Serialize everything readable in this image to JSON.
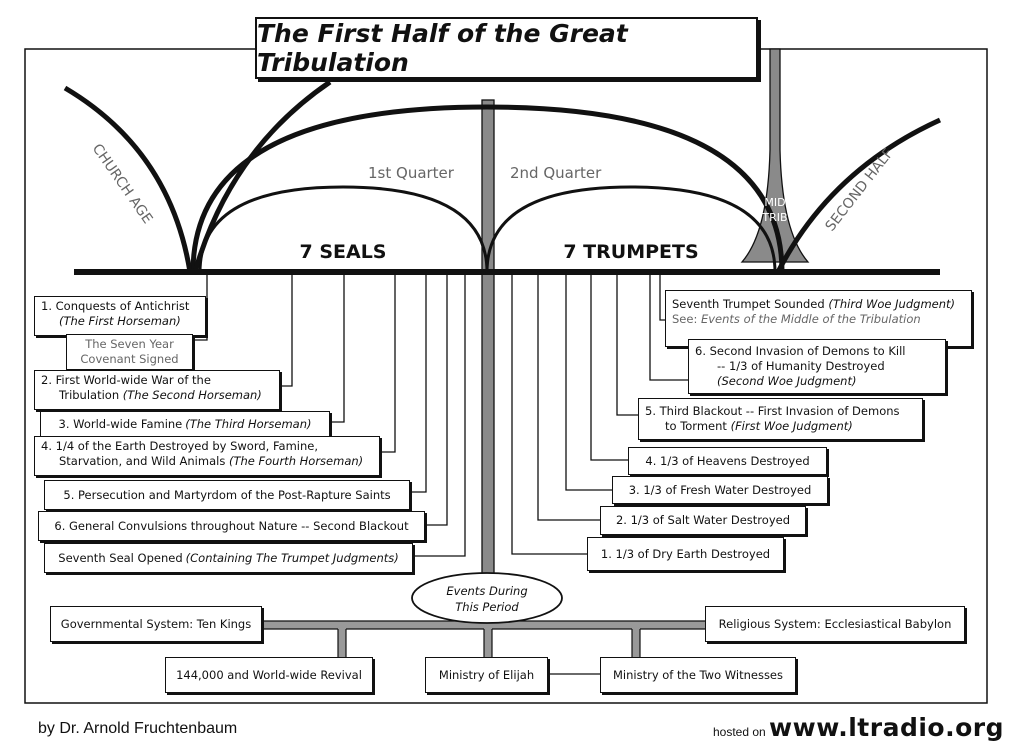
{
  "title": "The First Half of the Great Tribulation",
  "arch_labels": {
    "church_age": "CHURCH AGE",
    "first_quarter": "1st Quarter",
    "second_quarter": "2nd Quarter",
    "mid_trib_line1": "MID",
    "mid_trib_line2": "TRIB",
    "second_half": "SECOND HALF",
    "seals": "7 SEALS",
    "trumpets": "7 TRUMPETS"
  },
  "seals": [
    {
      "line1": "1.  Conquests of Antichrist",
      "line2": "(The First Horseman)"
    },
    {
      "line1": "2.  First World-wide War of the",
      "line2_prefix": "Tribulation ",
      "line2_italic": "(The Second Horseman)"
    },
    {
      "prefix": "3.  World-wide Famine ",
      "italic": "(The Third Horseman)"
    },
    {
      "line1": "4.  1/4 of the Earth Destroyed by Sword, Famine,",
      "line2_prefix": "Starvation, and Wild Animals ",
      "line2_italic": "(The Fourth Horseman)"
    },
    {
      "text": "5.  Persecution and Martyrdom of the Post-Rapture Saints"
    },
    {
      "text": "6.  General Convulsions throughout Nature -- Second Blackout"
    },
    {
      "prefix": "Seventh Seal Opened ",
      "italic": "(Containing The Trumpet Judgments)"
    }
  ],
  "covenant": {
    "line1": "The Seven Year",
    "line2": "Covenant Signed"
  },
  "trumpets": [
    {
      "text": "1.  1/3 of Dry Earth Destroyed"
    },
    {
      "text": "2.  1/3 of Salt Water Destroyed"
    },
    {
      "text": "3.  1/3 of Fresh Water Destroyed"
    },
    {
      "text": "4.  1/3 of Heavens Destroyed"
    },
    {
      "line1": "5.  Third Blackout -- First Invasion of Demons",
      "line2_prefix": "to Torment ",
      "line2_italic": "(First Woe Judgment)"
    },
    {
      "line1": "6.  Second Invasion of Demons to Kill",
      "line2": "-- 1/3 of Humanity Destroyed",
      "line3": "(Second Woe Judgment)"
    },
    {
      "line1_prefix": "Seventh Trumpet Sounded ",
      "line1_italic": "(Third Woe Judgment)",
      "line2_prefix": "See:  ",
      "line2_italic": "Events of the Middle of the Tribulation"
    }
  ],
  "events": {
    "oval_line1": "Events During",
    "oval_line2": "This Period",
    "governmental": "Governmental System:  Ten Kings",
    "religious": "Religious System:  Ecclesiastical Babylon",
    "revival": "144,000 and World-wide Revival",
    "elijah": "Ministry of Elijah",
    "witnesses": "Ministry of the Two Witnesses"
  },
  "footer": {
    "author": "by Dr. Arnold Fruchtenbaum",
    "hosted_on": "hosted on ",
    "site": "www.ltradio.org"
  }
}
